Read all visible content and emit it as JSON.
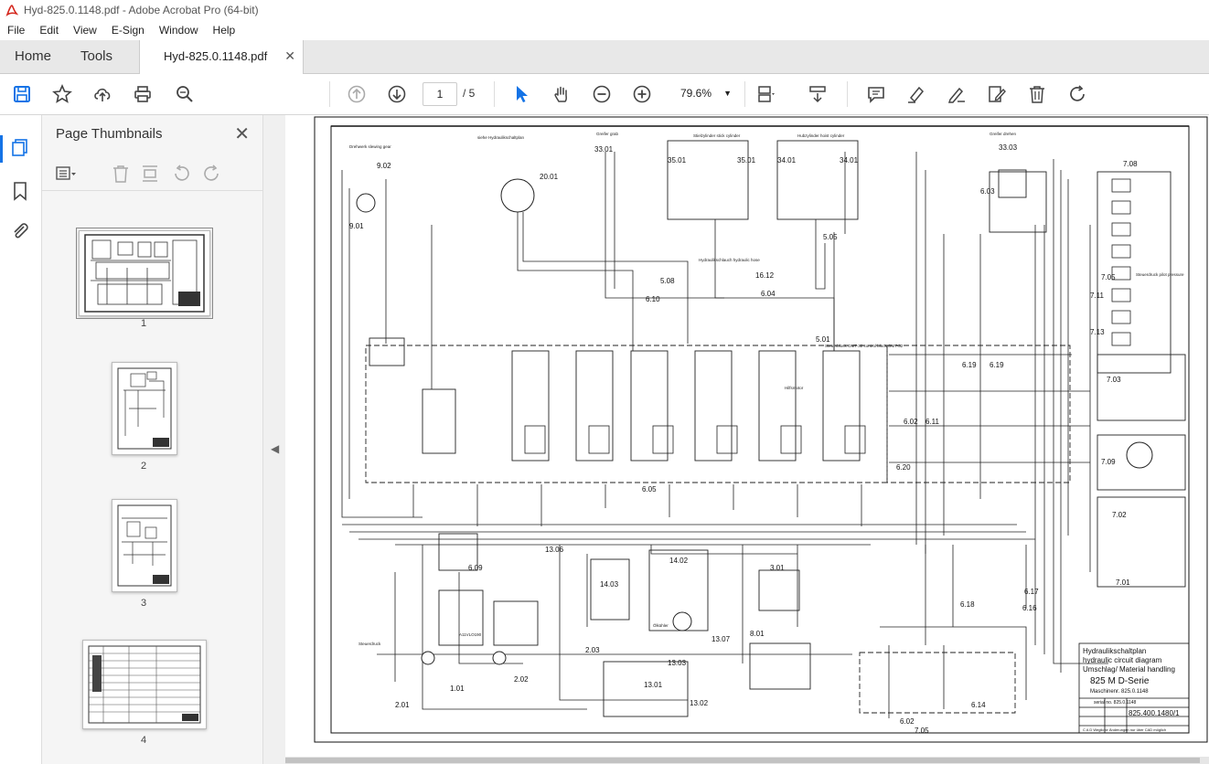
{
  "window": {
    "title": "Hyd-825.0.1148.pdf - Adobe Acrobat Pro (64-bit)"
  },
  "menu": [
    "File",
    "Edit",
    "View",
    "E-Sign",
    "Window",
    "Help"
  ],
  "tabs": {
    "home": "Home",
    "tools": "Tools",
    "document": "Hyd-825.0.1148.pdf"
  },
  "toolbar": {
    "icons": [
      "save-icon",
      "star-icon",
      "upload-icon",
      "print-icon",
      "zoom-search-icon",
      "page-up-icon",
      "page-down-icon",
      "select-cursor-icon",
      "hand-icon",
      "zoom-out-icon",
      "zoom-in-icon",
      "page-layout-icon",
      "scroll-mode-icon",
      "comment-icon",
      "highlight-icon",
      "sign-icon",
      "fill-sign-icon",
      "delete-icon",
      "rotate-icon"
    ],
    "current_page": "1",
    "page_total": "/ 5",
    "zoom": "79.6%"
  },
  "panel": {
    "title": "Page Thumbnails",
    "pages": [
      "1",
      "2",
      "3",
      "4"
    ]
  },
  "drawing": {
    "title_block": {
      "de": "Hydraulikschaltplan",
      "en": "hydraulic circuit diagram",
      "sub_de": "Umschlag/ Material handling",
      "model": "825 M  D-Serie",
      "machine_no": "Maschinenr. 825.0.1148",
      "serial": "serial no. 825.0.1148",
      "drawing_no": "825.400.1480/1",
      "cad_note": "C A D  Wegliche Änderungen nur über CAD möglich"
    },
    "labels": [
      "9.02",
      "9.01",
      "20.01",
      "33.01",
      "35.01",
      "35.01",
      "34.01",
      "34.01",
      "33.03",
      "5.05",
      "5.08",
      "6.10",
      "16.12",
      "6.04",
      "5.01",
      "6.03",
      "7.08",
      "7.05",
      "7.11",
      "7.13",
      "6.19",
      "6.19",
      "7.03",
      "6.02",
      "6.11",
      "6.20",
      "7.09",
      "7.02",
      "7.01",
      "6.05",
      "13.06",
      "6.09",
      "14.03",
      "14.02",
      "3.01",
      "1.01",
      "2.02",
      "2.03",
      "2.01",
      "13.01",
      "13.02",
      "13.07",
      "13.03",
      "8.01",
      "6.18",
      "6.17",
      "6.16",
      "6.14",
      "6.02",
      "7.05"
    ],
    "text_snippets": [
      "Drehwerk slewing gear",
      "siehe Hydraulikschaltplan",
      "Greifer grab",
      "Stielzylinder stick cylinder",
      "Hubzylinder hoist cylinder",
      "Greifer drehen",
      "Hydraulikschlauch hydraulic hose",
      "Steuerblock GMT-32 control block GMT-32",
      "Steuerdruck pilot pressure",
      "Hilfsmotor",
      "Steuerdruck",
      "Ölkühler",
      "A11VLO190"
    ]
  }
}
